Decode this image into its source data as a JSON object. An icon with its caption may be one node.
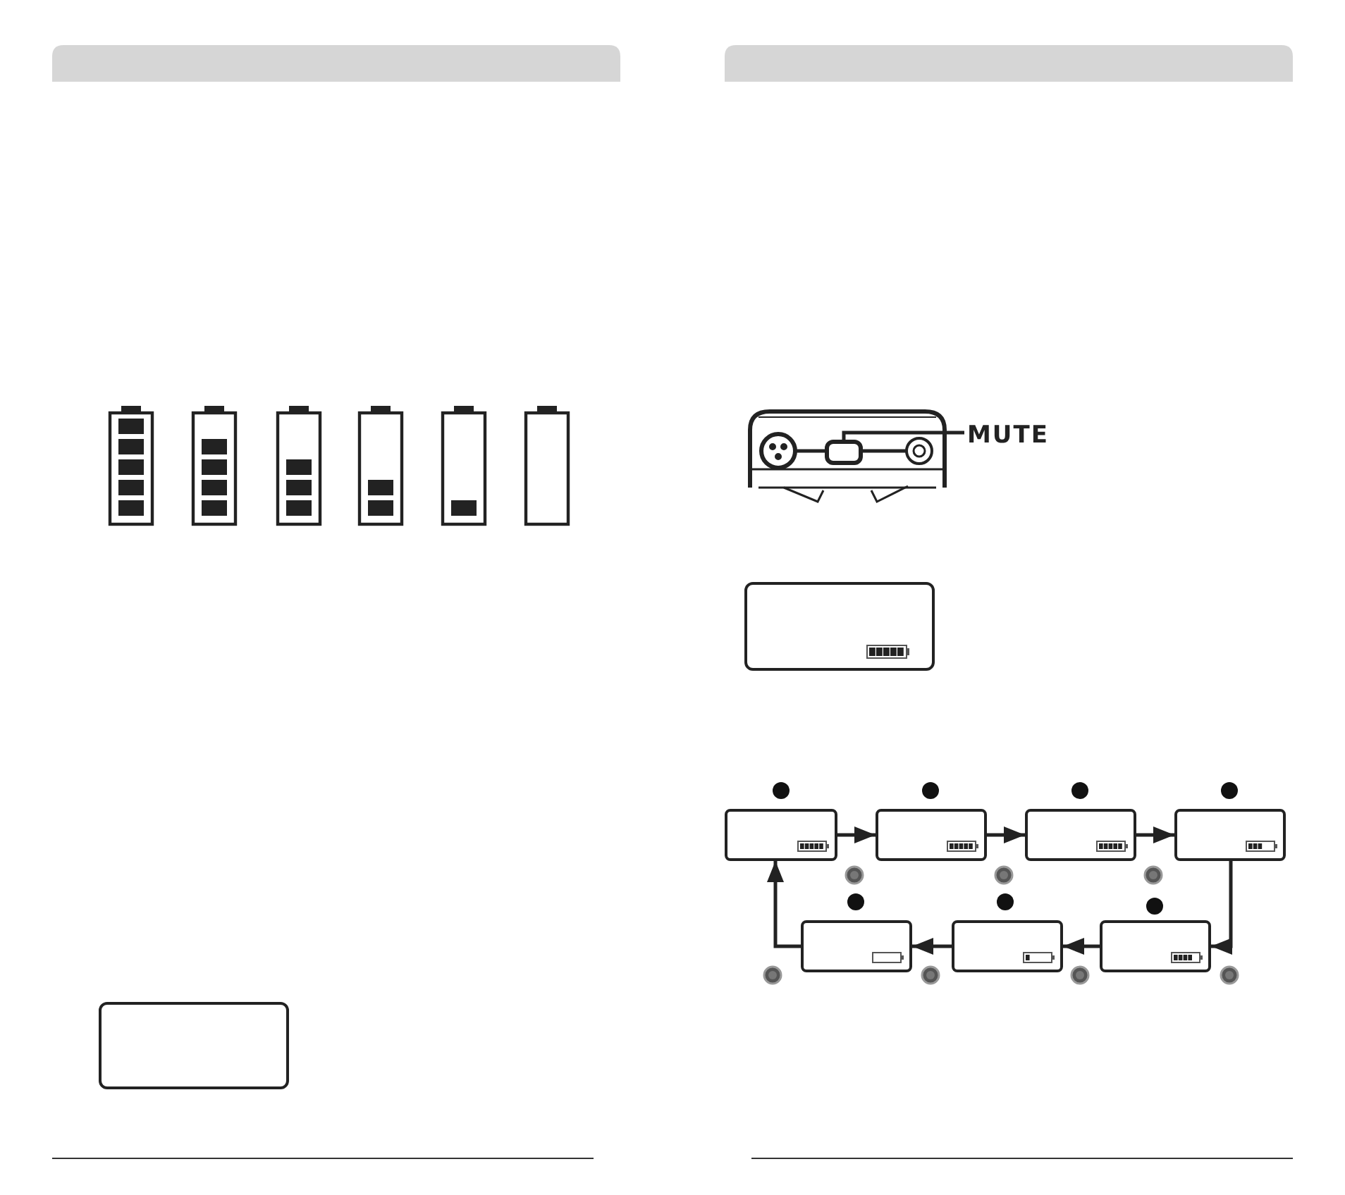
{
  "diagram": {
    "nodes": [
      {
        "text": [],
        "shape": "box"
      },
      {
        "text": [
          "MUTE"
        ]
      },
      {
        "text": [],
        "shape": "box"
      },
      {
        "text": [],
        "shape": "box"
      },
      {
        "text": [],
        "shape": "box"
      },
      {
        "text": [],
        "shape": "box"
      },
      {
        "text": [],
        "shape": "box"
      },
      {
        "text": [],
        "shape": "box"
      },
      {
        "text": [],
        "shape": "box"
      },
      {
        "text": [],
        "shape": "box"
      },
      {
        "text": [],
        "shape": "box"
      }
    ],
    "edges": [
      {
        "from": 1,
        "to": 2,
        "arrow": "none"
      },
      {
        "from": 4,
        "to": 5,
        "arrow": "to"
      },
      {
        "from": 5,
        "to": 6,
        "arrow": "to"
      },
      {
        "from": 6,
        "to": 7,
        "arrow": "to"
      },
      {
        "from": 7,
        "to": 10,
        "arrow": "to"
      },
      {
        "from": 10,
        "to": 9,
        "arrow": "to"
      },
      {
        "from": 9,
        "to": 8,
        "arrow": "to"
      },
      {
        "from": 8,
        "to": 4,
        "arrow": "to"
      }
    ]
  }
}
